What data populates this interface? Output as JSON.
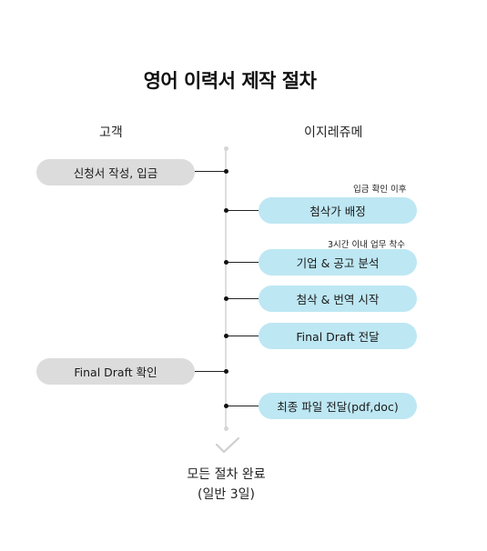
{
  "title": "영어 이력서 제작 절차",
  "columns": {
    "left": "고객",
    "right": "이지레쥬메"
  },
  "steps": {
    "customer_apply": "신청서 작성, 입금",
    "assign": "첨삭가 배정",
    "analysis": "기업 & 공고 분석",
    "edit_translate": "첨삭 & 번역 시작",
    "final_draft_send": "Final Draft 전달",
    "customer_confirm": "Final Draft 확인",
    "final_delivery": "최종 파일 전달(pdf,doc)"
  },
  "notes": {
    "after_payment": "입금 확인 이후",
    "within_3h": "3시간 이내 업무 착수"
  },
  "completion": {
    "line1": "모든 절차 완료",
    "line2": "(일반 3일)"
  },
  "colors": {
    "customer_pill": "#dcdcdc",
    "company_pill": "#bde7f3"
  },
  "icons": {
    "completion": "check-icon"
  }
}
